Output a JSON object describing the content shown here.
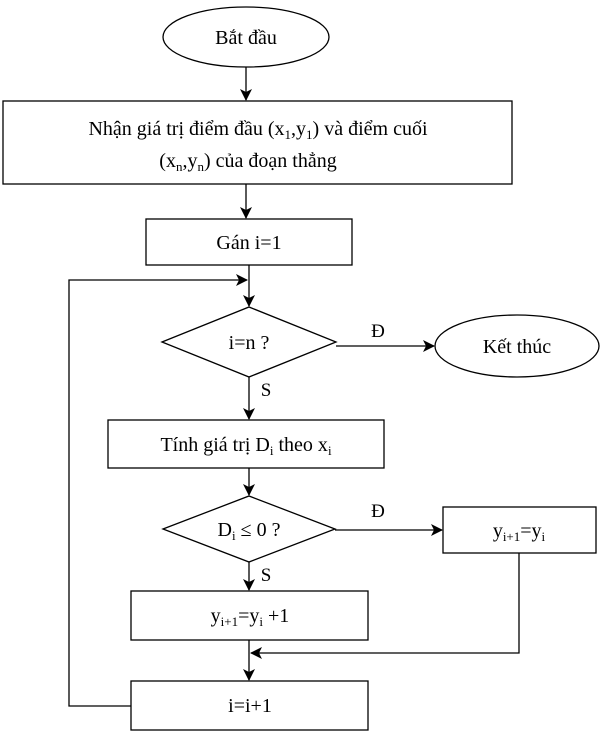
{
  "diagram": {
    "nodes": {
      "start": {
        "text": "Bắt đầu"
      },
      "input": {
        "line1_a": "Nhận giá trị điểm đầu (x",
        "line1_s1": "1",
        "line1_b": ",y",
        "line1_s2": "1",
        "line1_c": ") và điểm cuối",
        "line2_a": "(x",
        "line2_s1": "n",
        "line2_b": ",y",
        "line2_s2": "n",
        "line2_c": ") của đoạn thẳng"
      },
      "init": {
        "text": "Gán i=1"
      },
      "cond1": {
        "text": "i=n ?"
      },
      "end": {
        "text": "Kết thúc"
      },
      "compute": {
        "a": "Tính giá trị D",
        "s1": "i",
        "b": " theo x",
        "s2": "i"
      },
      "cond2": {
        "a": "D",
        "s1": "i",
        "b": " ≤ 0 ?"
      },
      "assign_yes": {
        "a": "y",
        "s1": "i+1",
        "b": "=y",
        "s2": "i"
      },
      "assign_no": {
        "a": "y",
        "s1": "i+1",
        "b": "=y",
        "s2": "i",
        "c": " +1"
      },
      "increment": {
        "text": "i=i+1"
      }
    },
    "edge_labels": {
      "cond1_yes": "Đ",
      "cond1_no": "S",
      "cond2_yes": "Đ",
      "cond2_no": "S"
    },
    "colors": {
      "stroke": "#000000",
      "fill": "#ffffff",
      "text": "#000000"
    }
  }
}
